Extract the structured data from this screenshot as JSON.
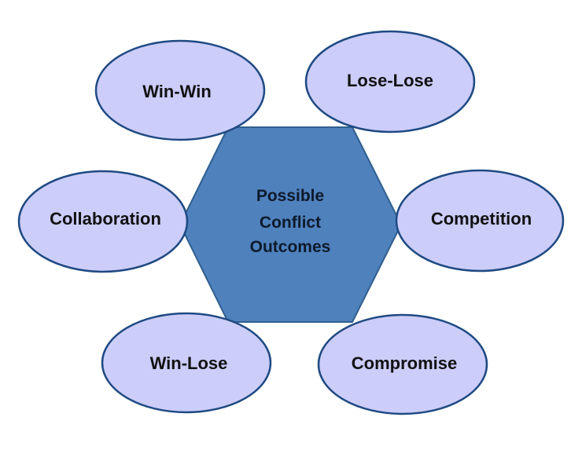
{
  "center": {
    "lines": [
      "Possible",
      "Conflict",
      "Outcomes"
    ]
  },
  "outcomes": [
    {
      "label": "Win-Win"
    },
    {
      "label": "Lose-Lose"
    },
    {
      "label": "Collaboration"
    },
    {
      "label": "Competition"
    },
    {
      "label": "Win-Lose"
    },
    {
      "label": "Compromise"
    }
  ],
  "colors": {
    "bubble_fill": "#cccdf9",
    "bubble_stroke": "#1f4a82",
    "hexagon_fill": "#4f81bd",
    "hexagon_stroke": "#2f5f8f"
  }
}
